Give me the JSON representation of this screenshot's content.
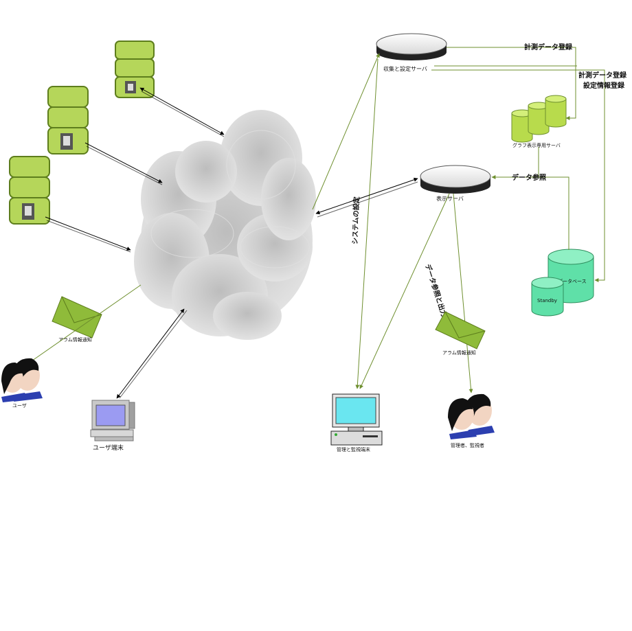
{
  "labels": {
    "collect_server": "収集と設定サーバ",
    "measure_register_1": "計測データ登録",
    "measure_register_2": "計測データ登録",
    "setting_register": "設定情報登録",
    "graph_server": "グラフ表示専用サーバ",
    "data_ref": "データ参照",
    "display_server": "表示サーバ",
    "system_setting": "システムの設定",
    "data_ref_output": "データ参照と出力",
    "database": "データベース",
    "standby": "Standby",
    "alarm_left": "アラム情報通知",
    "alarm_right": "アラム情報通知",
    "user": "ユーザ",
    "user_terminal": "ユーザ端末",
    "admin_terminal": "管理と監視端末",
    "admins": "管理者、監視者"
  },
  "colors": {
    "green_line": "#6e8f2e",
    "server_green": "#b5d65a",
    "db_green": "#5fe0a8",
    "mail_green": "#8fbb3a",
    "cloud": "#cccccc"
  }
}
